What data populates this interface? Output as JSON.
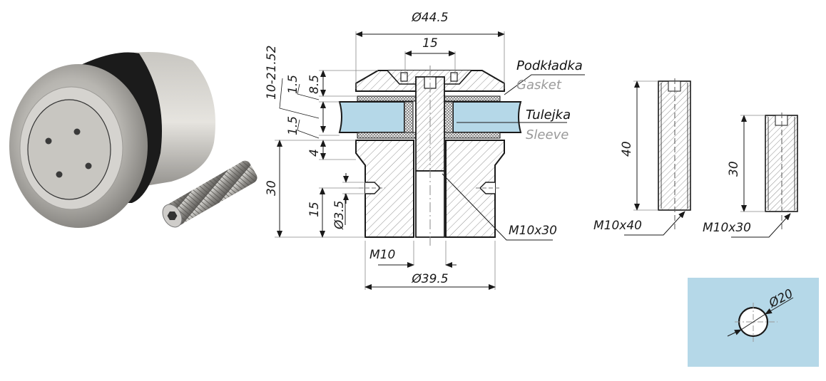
{
  "photo": {
    "subject": "stainless steel glass point fixing with rubber gasket and M10 grub screw"
  },
  "section_view": {
    "dimensions": {
      "outer_diameter_top": "Ø44.5",
      "bolt_spacing": "15",
      "glass_range": "10-21.52",
      "gasket_top": "1.5",
      "cap_height": "8.5",
      "gasket_bottom": "1.5",
      "collar": "4",
      "body_height": "30",
      "side_hole_height": "15",
      "side_hole_diameter": "Ø3.5",
      "thread_label": "M10x30",
      "bore_thread": "M10",
      "base_diameter": "Ø39.5"
    },
    "labels": {
      "gasket_pl": "Podkładka",
      "gasket_en": "Gasket",
      "sleeve_pl": "Tulejka",
      "sleeve_en": "Sleeve"
    }
  },
  "screws": [
    {
      "length": "40",
      "label": "M10x40"
    },
    {
      "length": "30",
      "label": "M10x30"
    }
  ],
  "glass_hole": {
    "diameter": "Ø20"
  },
  "colors": {
    "glass": "#b5d8e8",
    "line": "#1a1a1a",
    "dim_line": "#555555",
    "label_secondary": "#9a9a9a"
  }
}
